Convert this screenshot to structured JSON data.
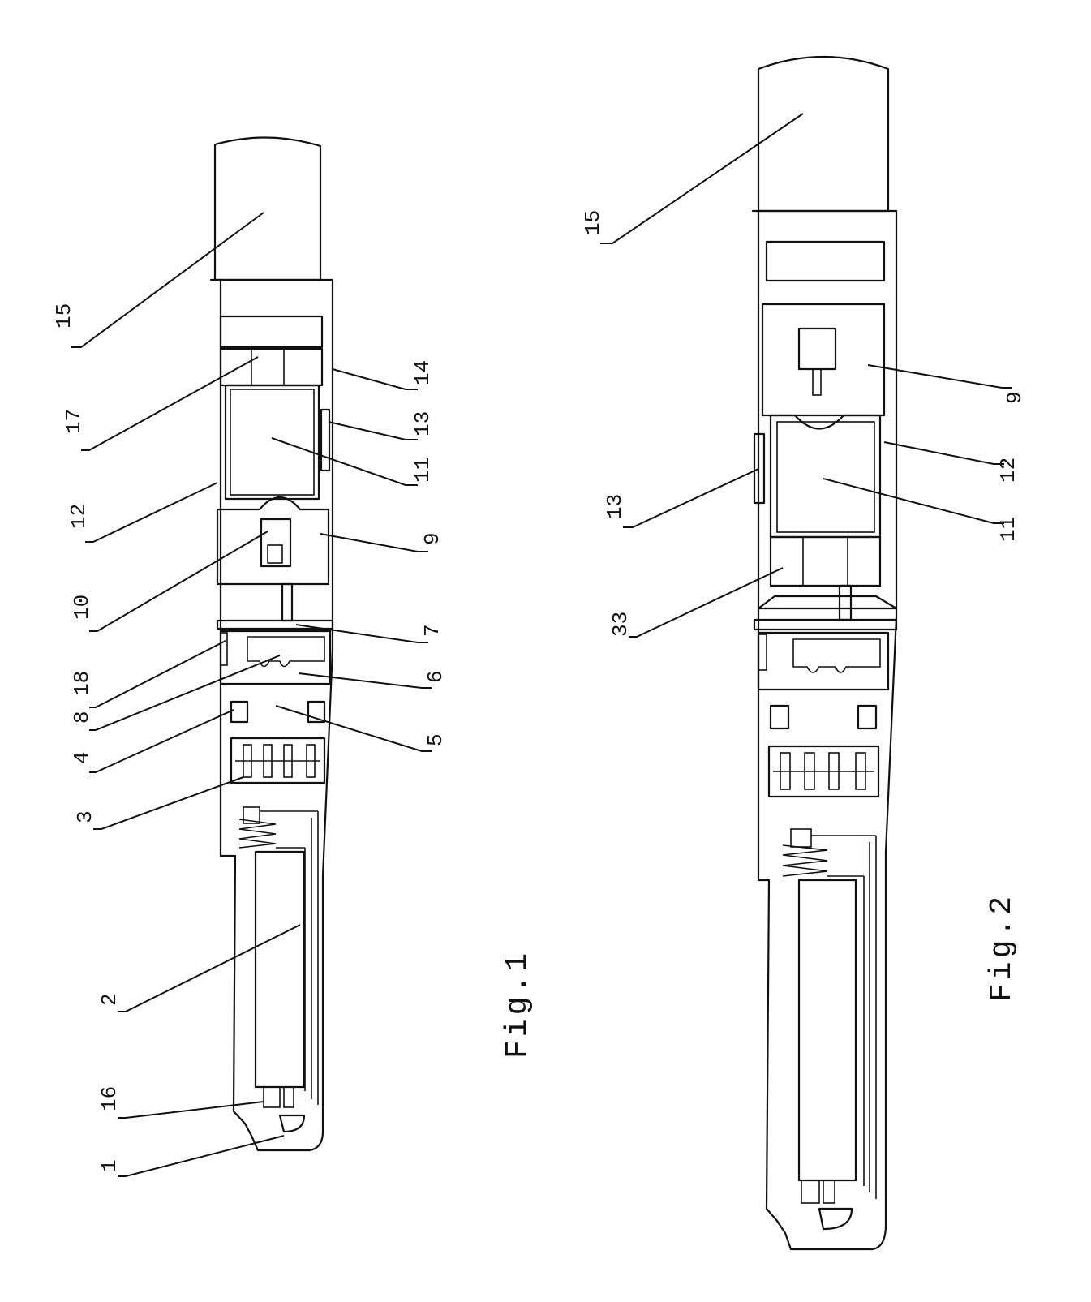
{
  "figures": [
    {
      "caption": "Fig.1",
      "labels": [
        "15",
        "17",
        "14",
        "13",
        "11",
        "12",
        "9",
        "10",
        "7",
        "6",
        "18",
        "8",
        "5",
        "4",
        "3",
        "2",
        "16",
        "1"
      ]
    },
    {
      "caption": "Fig.2",
      "labels": [
        "15",
        "9",
        "12",
        "11",
        "13",
        "33"
      ]
    }
  ],
  "colors": {
    "ink": "#111111",
    "paper": "#ffffff"
  }
}
